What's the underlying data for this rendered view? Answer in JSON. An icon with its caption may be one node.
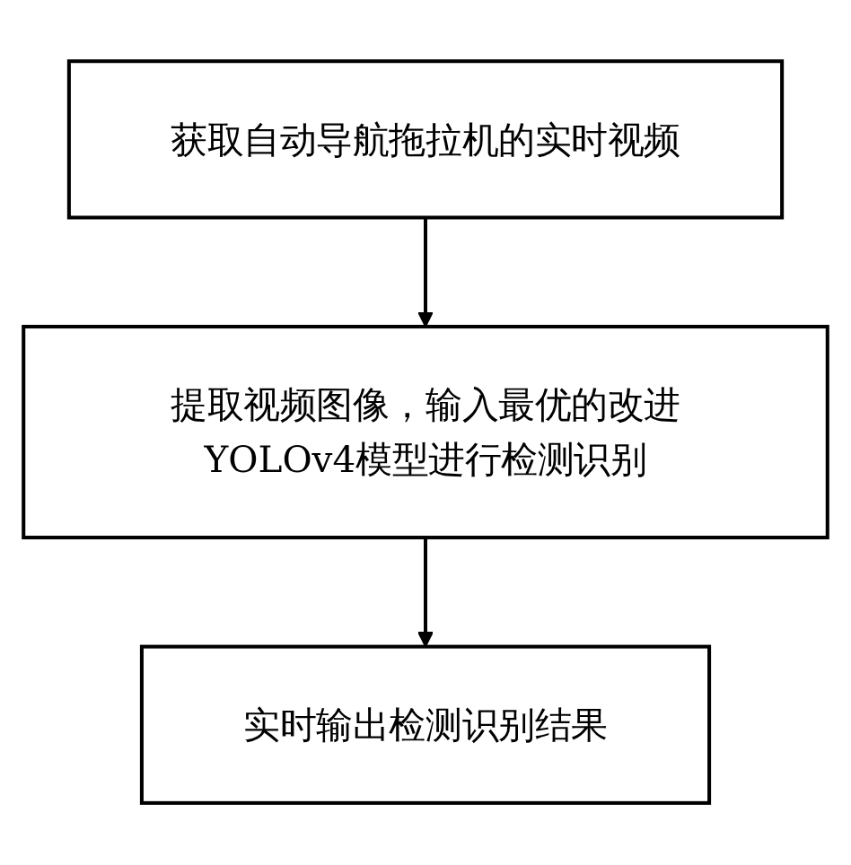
{
  "diagram": {
    "nodes": [
      {
        "text": [
          "获取自动导航拖拉机的实时视频"
        ]
      },
      {
        "text": [
          "提取视频图像，输入最优的改进YOLOv4模型进行检测识别"
        ]
      },
      {
        "text": [
          "实时输出检测识别结果"
        ]
      }
    ],
    "edges": [
      {
        "from": 0,
        "to": 1,
        "arrow": "to"
      },
      {
        "from": 1,
        "to": 2,
        "arrow": "to"
      }
    ]
  }
}
